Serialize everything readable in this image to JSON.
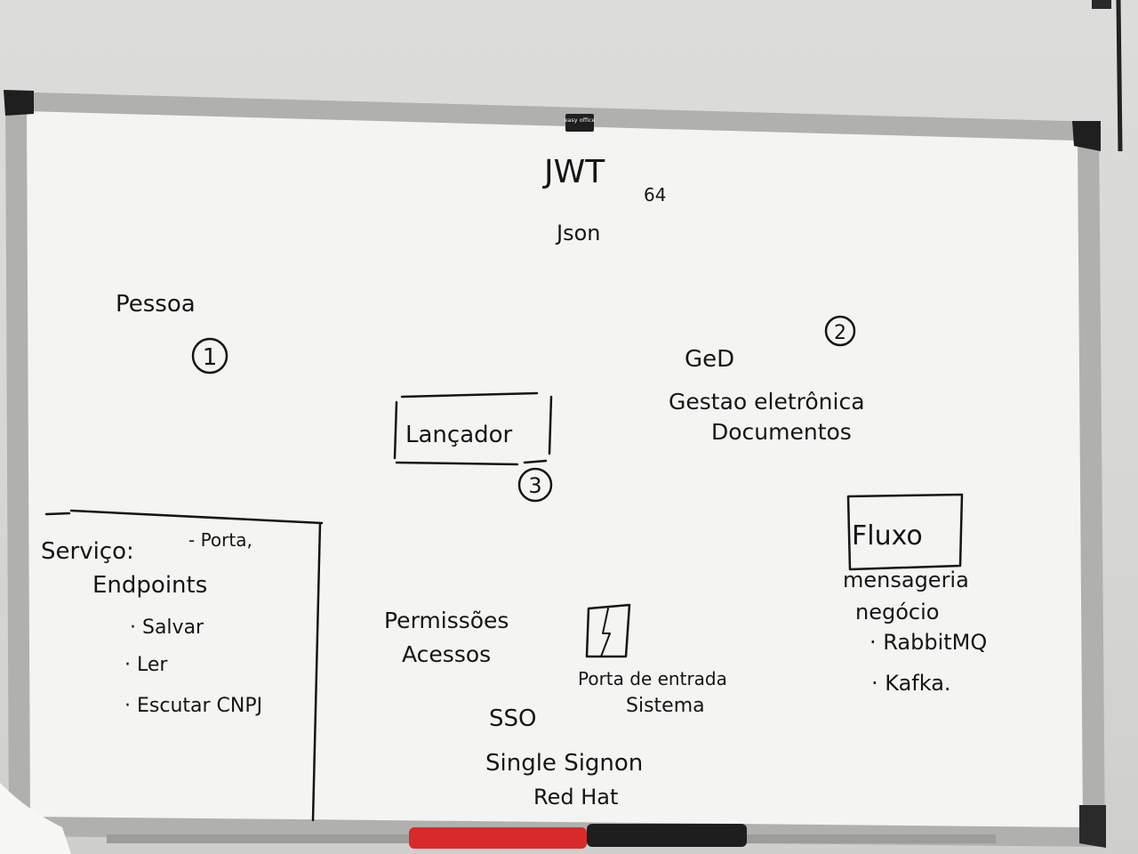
{
  "whiteboard": {
    "brand": "easy office",
    "top": {
      "jwt": "JWT",
      "sixty_four": "64",
      "json": "Json"
    },
    "pessoa": {
      "label": "Pessoa",
      "number": "1"
    },
    "ged": {
      "label": "GeD",
      "line1": "Gestao eletrônica",
      "line2": "Documentos",
      "number": "2"
    },
    "lancador": {
      "label": "Lançador",
      "number": "3"
    },
    "servico": {
      "title": "Serviço:",
      "porta": "- Porta,",
      "endpoints": "Endpoints",
      "items": [
        "· Salvar",
        "· Ler",
        "· Escutar CNPJ"
      ]
    },
    "permissoes": {
      "line1": "Permissões",
      "line2": "Acessos"
    },
    "porta_entrada": {
      "line1": "Porta de entrada",
      "line2": "Sistema"
    },
    "sso": {
      "line1": "SSO",
      "line2": "Single Signon",
      "line3": "Red Hat"
    },
    "fluxo": {
      "label": "Fluxo",
      "line1": "mensageria",
      "line2": "negócio",
      "items": [
        "· RabbitMQ",
        "· Kafka."
      ]
    }
  },
  "colors": {
    "wall": "#d8d8d6",
    "board": "#f4f4f2",
    "frame": "#a9aaa8",
    "ink": "#151515",
    "marker_red": "#d82a2a"
  }
}
